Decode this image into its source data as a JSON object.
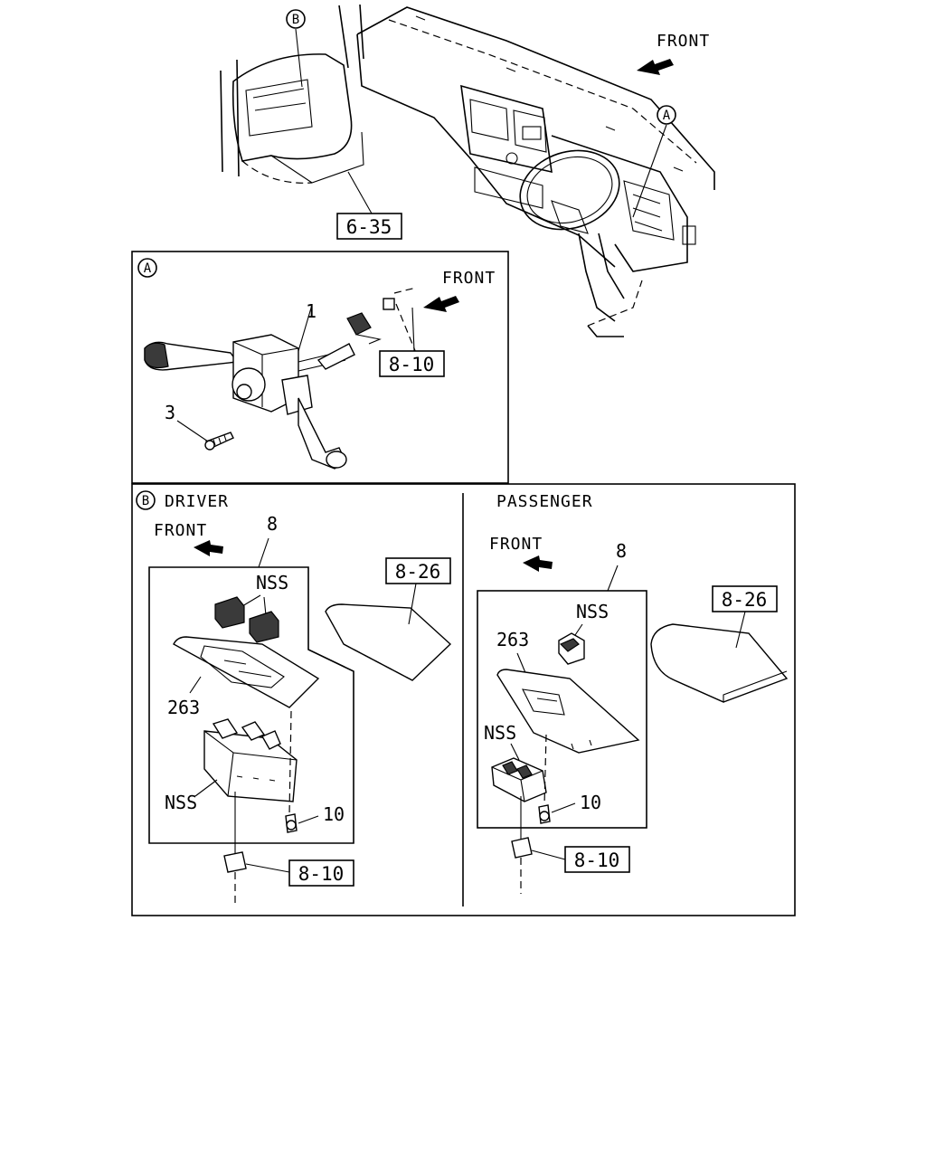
{
  "overview": {
    "front_label": "FRONT",
    "callout_a": "A",
    "callout_b": "B",
    "ref_6_35": "6-35"
  },
  "detail_a": {
    "marker": "A",
    "front_label": "FRONT",
    "part_1": "1",
    "part_3": "3",
    "ref_8_10": "8-10"
  },
  "detail_b": {
    "driver": {
      "marker": "B",
      "title": "DRIVER",
      "front_label": "FRONT",
      "part_8": "8",
      "nss_top": "NSS",
      "ref_8_26": "8-26",
      "part_263": "263",
      "nss_bottom": "NSS",
      "part_10": "10",
      "ref_8_10": "8-10"
    },
    "passenger": {
      "title": "PASSENGER",
      "front_label": "FRONT",
      "part_8": "8",
      "nss_top": "NSS",
      "ref_8_26": "8-26",
      "part_263": "263",
      "nss_bottom": "NSS",
      "part_10": "10",
      "ref_8_10": "8-10"
    }
  }
}
